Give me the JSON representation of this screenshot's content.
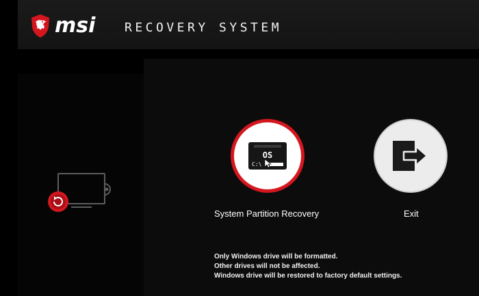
{
  "header": {
    "brand": "msi",
    "title": "RECOVERY SYSTEM",
    "logo_icon": "msi-dragon-shield-icon"
  },
  "colors": {
    "accent_red": "#d4171f",
    "background": "#000000",
    "header_bg": "#1a1a1a",
    "panel_bg": "#0c0c0c"
  },
  "left_panel": {
    "icon": "monitor-with-refresh-icon"
  },
  "actions": [
    {
      "id": "system-partition-recovery",
      "label": "System Partition Recovery",
      "icon": "os-drive-icon",
      "drive_label": "OS",
      "drive_path": "C:\\"
    },
    {
      "id": "exit",
      "label": "Exit",
      "icon": "exit-arrow-icon"
    }
  ],
  "notes": [
    "Only Windows drive will be formatted.",
    "Other drives will not be affected.",
    "Windows drive will be restored to factory default settings."
  ]
}
